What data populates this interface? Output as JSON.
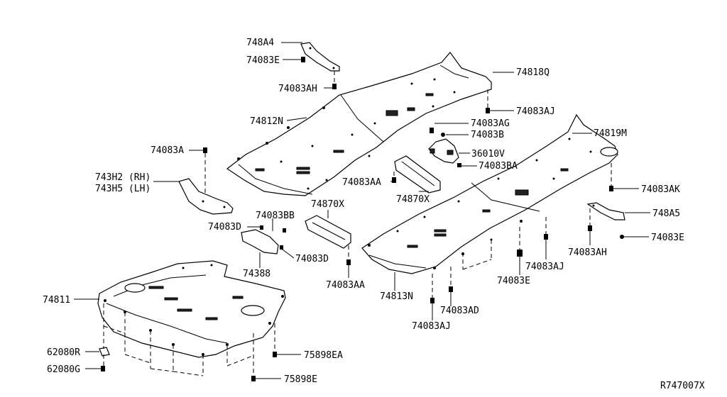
{
  "diagram": {
    "reference": "R747007X",
    "labels": {
      "p748A4": "748A4",
      "p74083E_top": "74083E",
      "p74083AH_top": "74083AH",
      "p74818Q": "74818Q",
      "p74812N": "74812N",
      "p74083AJ_top": "74083AJ",
      "p74083AG": "74083AG",
      "p74083B": "74083B",
      "p74819M": "74819M",
      "p36010V": "36010V",
      "p74083BA": "74083BA",
      "p74083A": "74083A",
      "p743H2": "743H2 (RH)",
      "p743H5": "743H5 (LH)",
      "p74083AA_mid": "74083AA",
      "p74870X_mid": "74870X",
      "p74083AK": "74083AK",
      "p74870X_left": "74870X",
      "p74083BB": "74083BB",
      "p74083D_left": "74083D",
      "p748A5": "748A5",
      "p74083E_right": "74083E",
      "p74083AH_right": "74083AH",
      "p74083D_right": "74083D",
      "p74388": "74388",
      "p74083AA_low": "74083AA",
      "p74813N": "74813N",
      "p74083E_mid": "74083E",
      "p74083AJ_mid": "74083AJ",
      "p74811": "74811",
      "p74083AD": "74083AD",
      "p74083AJ_low": "74083AJ",
      "p62080R": "62080R",
      "p75898EA": "75898EA",
      "p62080G": "62080G",
      "p75898E": "75898E"
    }
  }
}
